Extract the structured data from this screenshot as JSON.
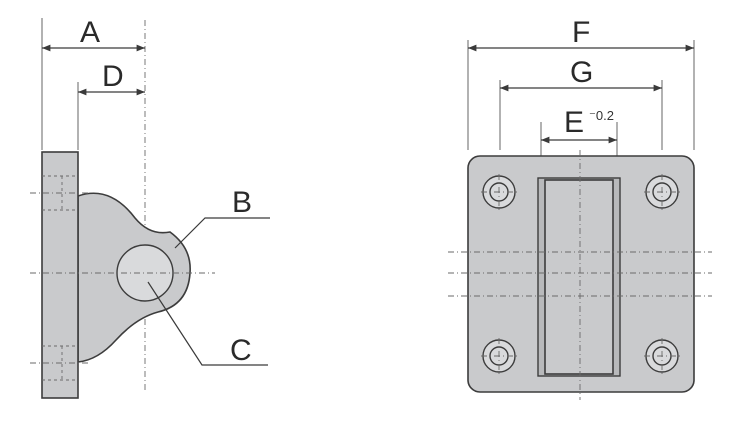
{
  "labels": {
    "A": "A",
    "B": "B",
    "C": "C",
    "D": "D",
    "E": "E",
    "E_tolerance": "⁻0.2",
    "F": "F",
    "G": "G"
  },
  "colors": {
    "part_fill": "#c9cacc",
    "outline": "#3c3c3c",
    "background": "#ffffff"
  }
}
